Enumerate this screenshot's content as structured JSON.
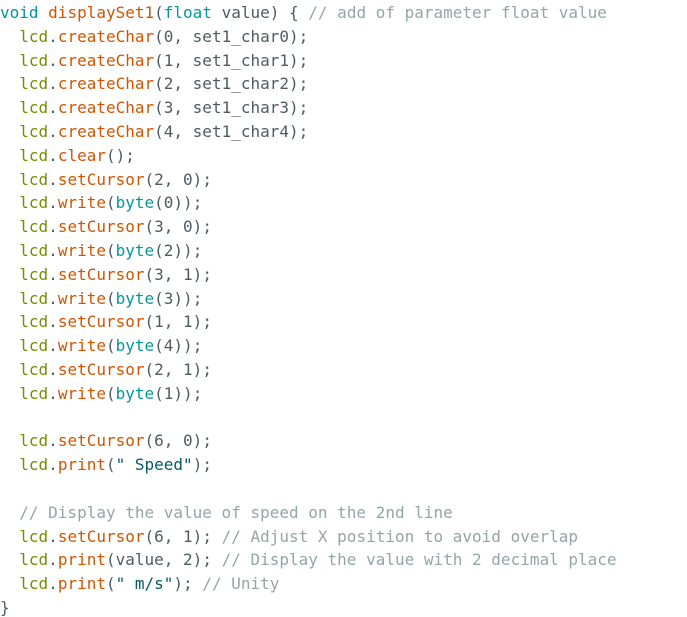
{
  "colors": {
    "background": "#ffffff",
    "keyword": "#00979d",
    "function": "#d35400",
    "object": "#728e00",
    "text": "#4e5b61",
    "string": "#005c5f",
    "comment": "#95a5a6"
  },
  "code_lines": [
    [
      {
        "t": "void",
        "c": "kw"
      },
      {
        "t": " ",
        "c": "txt"
      },
      {
        "t": "displaySet1",
        "c": "fn"
      },
      {
        "t": "(",
        "c": "txt"
      },
      {
        "t": "float",
        "c": "kw"
      },
      {
        "t": " value) { ",
        "c": "txt"
      },
      {
        "t": "// add of parameter float value",
        "c": "cm"
      }
    ],
    [
      {
        "t": "  ",
        "c": "txt"
      },
      {
        "t": "lcd",
        "c": "obj"
      },
      {
        "t": ".",
        "c": "txt"
      },
      {
        "t": "createChar",
        "c": "fn"
      },
      {
        "t": "(0, set1_char0);",
        "c": "txt"
      }
    ],
    [
      {
        "t": "  ",
        "c": "txt"
      },
      {
        "t": "lcd",
        "c": "obj"
      },
      {
        "t": ".",
        "c": "txt"
      },
      {
        "t": "createChar",
        "c": "fn"
      },
      {
        "t": "(1, set1_char1);",
        "c": "txt"
      }
    ],
    [
      {
        "t": "  ",
        "c": "txt"
      },
      {
        "t": "lcd",
        "c": "obj"
      },
      {
        "t": ".",
        "c": "txt"
      },
      {
        "t": "createChar",
        "c": "fn"
      },
      {
        "t": "(2, set1_char2);",
        "c": "txt"
      }
    ],
    [
      {
        "t": "  ",
        "c": "txt"
      },
      {
        "t": "lcd",
        "c": "obj"
      },
      {
        "t": ".",
        "c": "txt"
      },
      {
        "t": "createChar",
        "c": "fn"
      },
      {
        "t": "(3, set1_char3);",
        "c": "txt"
      }
    ],
    [
      {
        "t": "  ",
        "c": "txt"
      },
      {
        "t": "lcd",
        "c": "obj"
      },
      {
        "t": ".",
        "c": "txt"
      },
      {
        "t": "createChar",
        "c": "fn"
      },
      {
        "t": "(4, set1_char4);",
        "c": "txt"
      }
    ],
    [
      {
        "t": "  ",
        "c": "txt"
      },
      {
        "t": "lcd",
        "c": "obj"
      },
      {
        "t": ".",
        "c": "txt"
      },
      {
        "t": "clear",
        "c": "fn"
      },
      {
        "t": "();",
        "c": "txt"
      }
    ],
    [
      {
        "t": "  ",
        "c": "txt"
      },
      {
        "t": "lcd",
        "c": "obj"
      },
      {
        "t": ".",
        "c": "txt"
      },
      {
        "t": "setCursor",
        "c": "fn"
      },
      {
        "t": "(2, 0);",
        "c": "txt"
      }
    ],
    [
      {
        "t": "  ",
        "c": "txt"
      },
      {
        "t": "lcd",
        "c": "obj"
      },
      {
        "t": ".",
        "c": "txt"
      },
      {
        "t": "write",
        "c": "fn"
      },
      {
        "t": "(",
        "c": "txt"
      },
      {
        "t": "byte",
        "c": "kw"
      },
      {
        "t": "(0));",
        "c": "txt"
      }
    ],
    [
      {
        "t": "  ",
        "c": "txt"
      },
      {
        "t": "lcd",
        "c": "obj"
      },
      {
        "t": ".",
        "c": "txt"
      },
      {
        "t": "setCursor",
        "c": "fn"
      },
      {
        "t": "(3, 0);",
        "c": "txt"
      }
    ],
    [
      {
        "t": "  ",
        "c": "txt"
      },
      {
        "t": "lcd",
        "c": "obj"
      },
      {
        "t": ".",
        "c": "txt"
      },
      {
        "t": "write",
        "c": "fn"
      },
      {
        "t": "(",
        "c": "txt"
      },
      {
        "t": "byte",
        "c": "kw"
      },
      {
        "t": "(2));",
        "c": "txt"
      }
    ],
    [
      {
        "t": "  ",
        "c": "txt"
      },
      {
        "t": "lcd",
        "c": "obj"
      },
      {
        "t": ".",
        "c": "txt"
      },
      {
        "t": "setCursor",
        "c": "fn"
      },
      {
        "t": "(3, 1);",
        "c": "txt"
      }
    ],
    [
      {
        "t": "  ",
        "c": "txt"
      },
      {
        "t": "lcd",
        "c": "obj"
      },
      {
        "t": ".",
        "c": "txt"
      },
      {
        "t": "write",
        "c": "fn"
      },
      {
        "t": "(",
        "c": "txt"
      },
      {
        "t": "byte",
        "c": "kw"
      },
      {
        "t": "(3));",
        "c": "txt"
      }
    ],
    [
      {
        "t": "  ",
        "c": "txt"
      },
      {
        "t": "lcd",
        "c": "obj"
      },
      {
        "t": ".",
        "c": "txt"
      },
      {
        "t": "setCursor",
        "c": "fn"
      },
      {
        "t": "(1, 1);",
        "c": "txt"
      }
    ],
    [
      {
        "t": "  ",
        "c": "txt"
      },
      {
        "t": "lcd",
        "c": "obj"
      },
      {
        "t": ".",
        "c": "txt"
      },
      {
        "t": "write",
        "c": "fn"
      },
      {
        "t": "(",
        "c": "txt"
      },
      {
        "t": "byte",
        "c": "kw"
      },
      {
        "t": "(4));",
        "c": "txt"
      }
    ],
    [
      {
        "t": "  ",
        "c": "txt"
      },
      {
        "t": "lcd",
        "c": "obj"
      },
      {
        "t": ".",
        "c": "txt"
      },
      {
        "t": "setCursor",
        "c": "fn"
      },
      {
        "t": "(2, 1);",
        "c": "txt"
      }
    ],
    [
      {
        "t": "  ",
        "c": "txt"
      },
      {
        "t": "lcd",
        "c": "obj"
      },
      {
        "t": ".",
        "c": "txt"
      },
      {
        "t": "write",
        "c": "fn"
      },
      {
        "t": "(",
        "c": "txt"
      },
      {
        "t": "byte",
        "c": "kw"
      },
      {
        "t": "(1));",
        "c": "txt"
      }
    ],
    [],
    [
      {
        "t": "  ",
        "c": "txt"
      },
      {
        "t": "lcd",
        "c": "obj"
      },
      {
        "t": ".",
        "c": "txt"
      },
      {
        "t": "setCursor",
        "c": "fn"
      },
      {
        "t": "(6, 0);",
        "c": "txt"
      }
    ],
    [
      {
        "t": "  ",
        "c": "txt"
      },
      {
        "t": "lcd",
        "c": "obj"
      },
      {
        "t": ".",
        "c": "txt"
      },
      {
        "t": "print",
        "c": "fn"
      },
      {
        "t": "(",
        "c": "txt"
      },
      {
        "t": "\" Speed\"",
        "c": "str"
      },
      {
        "t": ");",
        "c": "txt"
      }
    ],
    [],
    [
      {
        "t": "  ",
        "c": "txt"
      },
      {
        "t": "// Display the value of speed on the 2nd line",
        "c": "cm"
      }
    ],
    [
      {
        "t": "  ",
        "c": "txt"
      },
      {
        "t": "lcd",
        "c": "obj"
      },
      {
        "t": ".",
        "c": "txt"
      },
      {
        "t": "setCursor",
        "c": "fn"
      },
      {
        "t": "(6, 1); ",
        "c": "txt"
      },
      {
        "t": "// Adjust X position to avoid overlap",
        "c": "cm"
      }
    ],
    [
      {
        "t": "  ",
        "c": "txt"
      },
      {
        "t": "lcd",
        "c": "obj"
      },
      {
        "t": ".",
        "c": "txt"
      },
      {
        "t": "print",
        "c": "fn"
      },
      {
        "t": "(value, 2); ",
        "c": "txt"
      },
      {
        "t": "// Display the value with 2 decimal place",
        "c": "cm"
      }
    ],
    [
      {
        "t": "  ",
        "c": "txt"
      },
      {
        "t": "lcd",
        "c": "obj"
      },
      {
        "t": ".",
        "c": "txt"
      },
      {
        "t": "print",
        "c": "fn"
      },
      {
        "t": "(",
        "c": "txt"
      },
      {
        "t": "\" m/s\"",
        "c": "str"
      },
      {
        "t": "); ",
        "c": "txt"
      },
      {
        "t": "// Unity",
        "c": "cm"
      }
    ],
    [
      {
        "t": "}",
        "c": "txt"
      }
    ]
  ]
}
